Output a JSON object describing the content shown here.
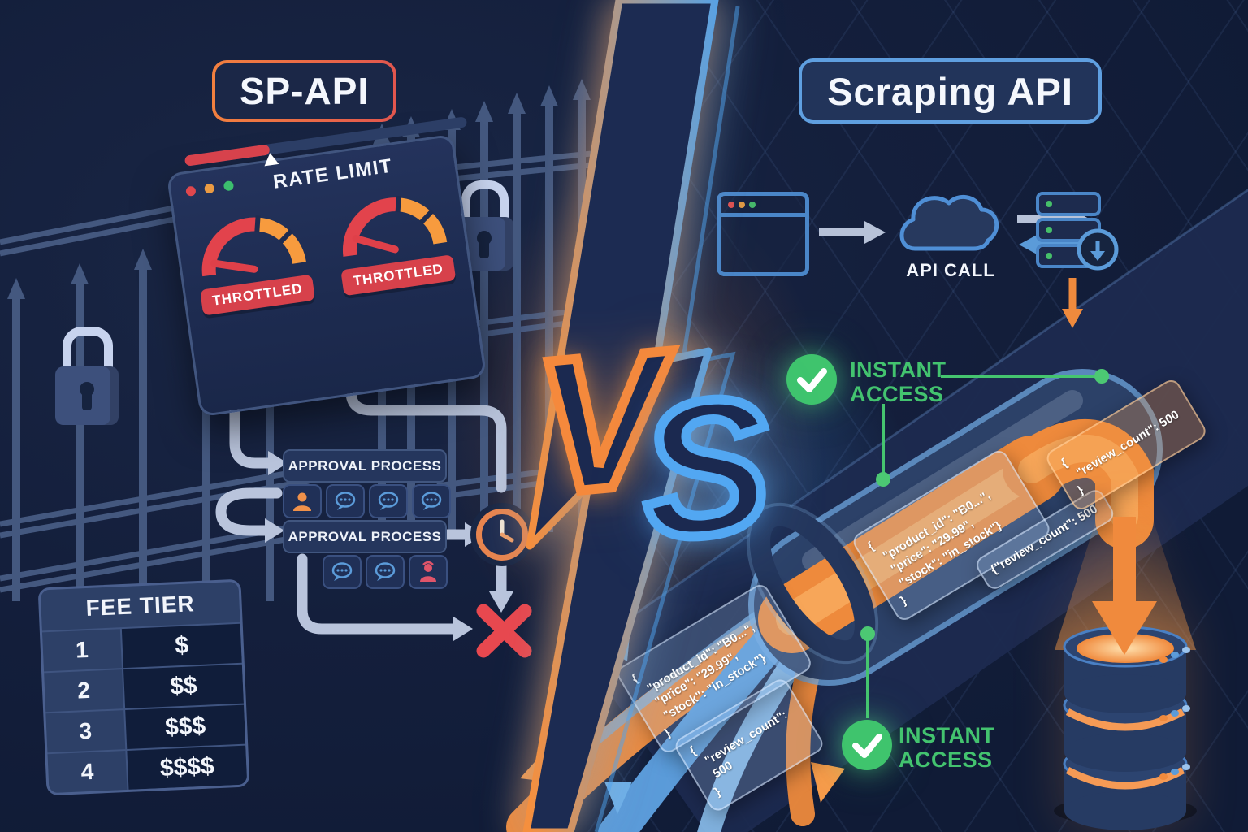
{
  "left": {
    "badge_label": "SP-API",
    "window": {
      "title": "RATE LIMIT",
      "throttled_left": "THROTTLED",
      "throttled_right": "THROTTLED"
    },
    "approval_box_1": "APPROVAL PROCESS",
    "approval_box_2": "APPROVAL PROCESS",
    "fee_table": {
      "header": "FEE TIER",
      "rows": [
        {
          "tier": "1",
          "fee": "$"
        },
        {
          "tier": "2",
          "fee": "$$"
        },
        {
          "tier": "3",
          "fee": "$$$"
        },
        {
          "tier": "4",
          "fee": "$$$$"
        }
      ]
    }
  },
  "center": {
    "versus_v": "V",
    "versus_s": "S"
  },
  "right": {
    "badge_label": "Scraping API",
    "api_call_label": "API CALL",
    "instant_access_top": {
      "line1": "INSTANT",
      "line2": "ACCESS"
    },
    "instant_access_bottom": {
      "line1": "INSTANT",
      "line2": "ACCESS"
    },
    "json_cards": {
      "product": {
        "l1": "{",
        "l2": "\"product_id\": \"B0...\",",
        "l3": "\"price\": \"29.99\",",
        "l4": "\"stock\": \"in_stock\"}",
        "l5": "}"
      },
      "review_inline": "{\"review_count\": 500",
      "review": {
        "l1": "{",
        "l2": "\"review_count\": 500",
        "l3": "}"
      },
      "review_wrapped": {
        "l1": "{",
        "l2": "\"review_count\":",
        "l3": "500",
        "l4": "}"
      }
    }
  },
  "colors": {
    "accent_orange": "#f08a3d",
    "accent_blue": "#5b9bd9",
    "accent_green": "#45c56f",
    "alert_red": "#d7414b"
  }
}
